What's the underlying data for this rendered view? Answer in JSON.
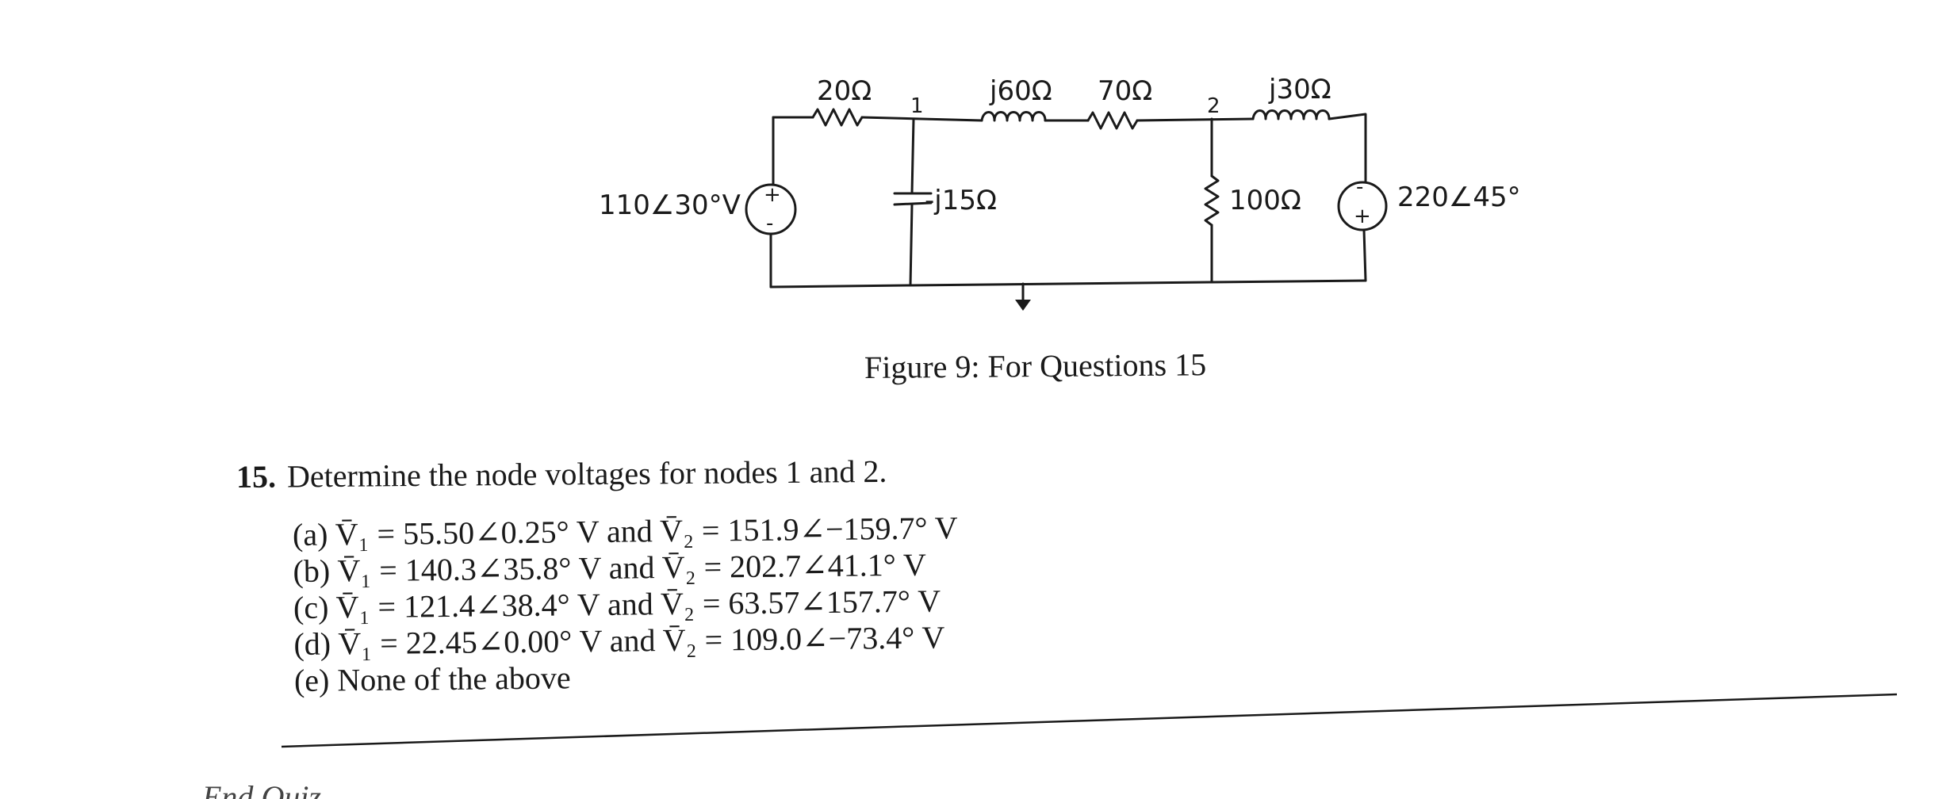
{
  "figure": {
    "source_label": "110∠30°V",
    "source_right_label": "220∠45°",
    "resistor_1": "20Ω",
    "inductor_1": "j60Ω",
    "resistor_2": "70Ω",
    "inductor_2": "j30Ω",
    "capacitor": "-j15Ω",
    "resistor_3": "100Ω",
    "node_1": "1",
    "node_2": "2",
    "caption": "Figure 9: For Questions 15"
  },
  "question": {
    "number": "15.",
    "text": "Determine the node voltages for nodes 1 and 2.",
    "options": [
      "(a) V̄₁ = 55.50∠0.25° V and V̄₂ = 151.9∠−159.7° V",
      "(b) V̄₁ = 140.3∠35.8° V and V̄₂ = 202.7∠41.1° V",
      "(c) V̄₁ = 121.4∠38.4° V and V̄₂ = 63.57∠157.7° V",
      "(d) V̄₁ = 22.45∠0.00° V and V̄₂ = 109.0∠−73.4° V",
      "(e) None of the above"
    ]
  },
  "footer": {
    "text": "End Quiz"
  }
}
